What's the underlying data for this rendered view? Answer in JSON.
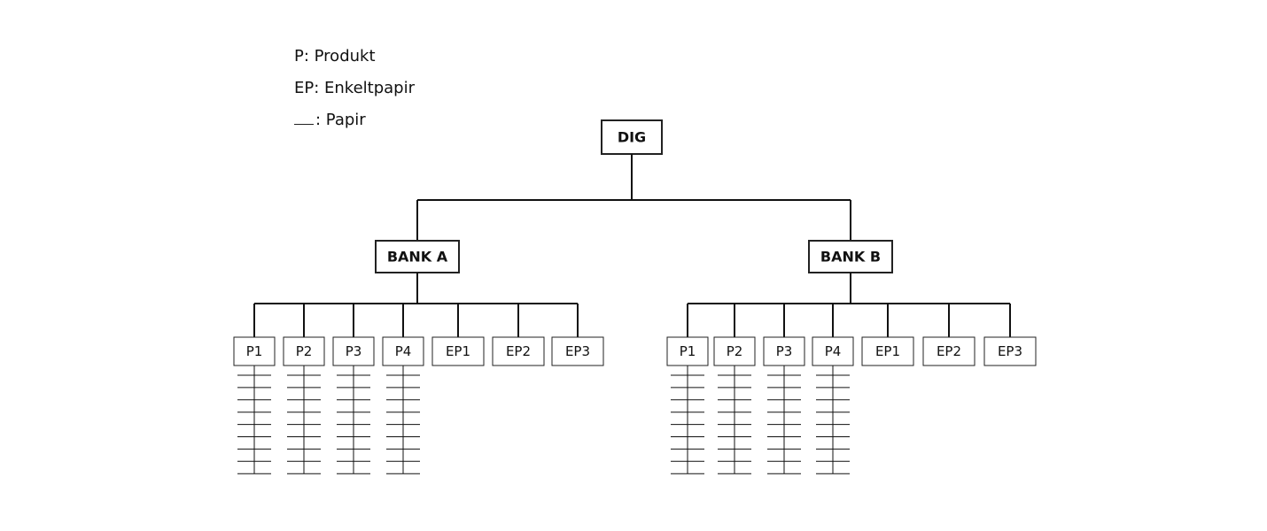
{
  "legend": {
    "product": "P: Produkt",
    "single": "EP: Enkeltpapir",
    "paper": ": Papir"
  },
  "root": {
    "label": "DIG"
  },
  "banks": [
    {
      "label": "BANK A",
      "children": [
        {
          "label": "P1",
          "papers": 9
        },
        {
          "label": "P2",
          "papers": 9
        },
        {
          "label": "P3",
          "papers": 9
        },
        {
          "label": "P4",
          "papers": 9
        },
        {
          "label": "EP1",
          "papers": 0
        },
        {
          "label": "EP2",
          "papers": 0
        },
        {
          "label": "EP3",
          "papers": 0
        }
      ]
    },
    {
      "label": "BANK B",
      "children": [
        {
          "label": "P1",
          "papers": 9
        },
        {
          "label": "P2",
          "papers": 9
        },
        {
          "label": "P3",
          "papers": 9
        },
        {
          "label": "P4",
          "papers": 9
        },
        {
          "label": "EP1",
          "papers": 0
        },
        {
          "label": "EP2",
          "papers": 0
        },
        {
          "label": "EP3",
          "papers": 0
        }
      ]
    }
  ]
}
